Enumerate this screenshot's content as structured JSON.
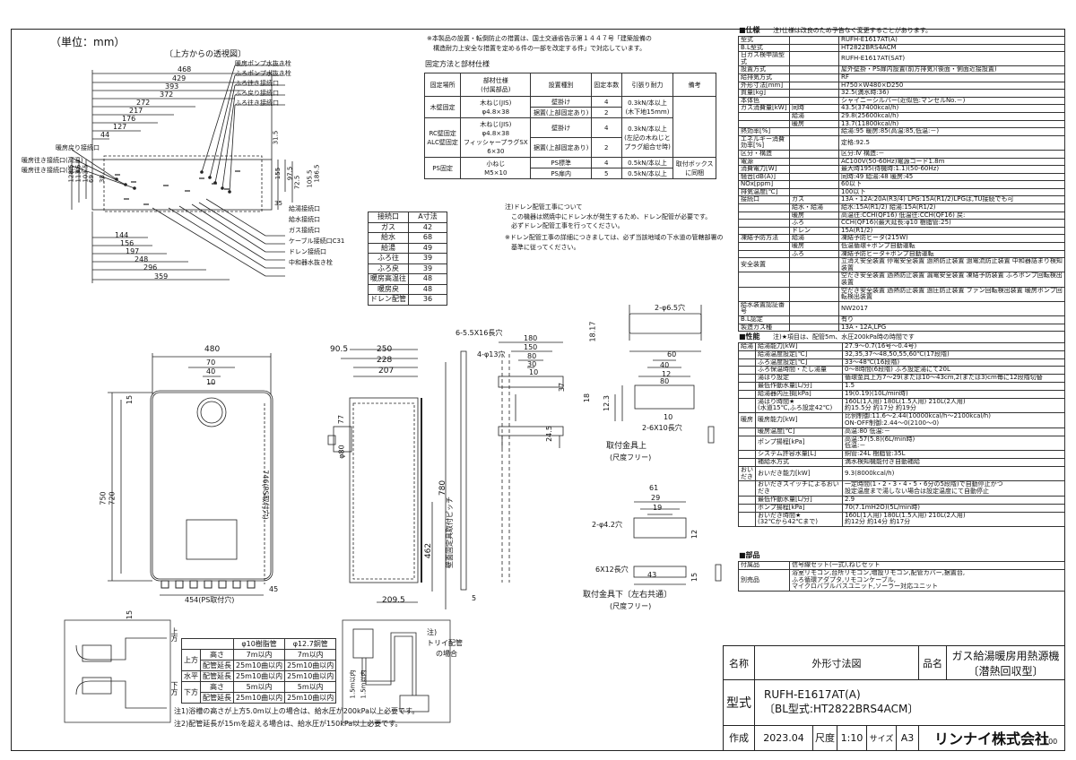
{
  "unit_label": "（単位：mm）",
  "top_view_title": "〔上方からの透視図〕",
  "top_dims": [
    "468",
    "429",
    "393",
    "372",
    "272",
    "217",
    "176",
    "127",
    "44"
  ],
  "top_right_labels": [
    "暖房ポンプ水抜き栓",
    "ふろポンプ水抜き栓",
    "ふろ往き接続口",
    "ふろ戻り接続口",
    "ふろ往き接続口"
  ],
  "top_left_labels": [
    "暖房戻り接続口",
    "暖房往き接続口(高温)",
    "暖房往き接続口(低温)"
  ],
  "top_vert_dims": [
    "128.5",
    "113.5",
    "103.5",
    "69",
    "38",
    "31.5",
    "155",
    "97.5",
    "72.5",
    "105.5",
    "186.5",
    "35"
  ],
  "bottom_dims": [
    "144",
    "156",
    "197",
    "248",
    "296",
    "359"
  ],
  "bottom_labels": [
    "給湯接続口",
    "給水接続口",
    "ガス接続口",
    "ケーブル接続口C31",
    "ドレン接続口",
    "中和器水抜き栓"
  ],
  "conn_table": {
    "header": [
      "接続口",
      "A寸法"
    ],
    "rows": [
      [
        "ガス",
        "42"
      ],
      [
        "給水",
        "68"
      ],
      [
        "給湯",
        "49"
      ],
      [
        "ふろ往",
        "39"
      ],
      [
        "ふろ戻",
        "39"
      ],
      [
        "暖房高温往",
        "48"
      ],
      [
        "暖房戻",
        "48"
      ],
      [
        "ドレン配管",
        "36"
      ]
    ]
  },
  "notice": [
    "※本製品の設置・転倒防止の措置は、国土交通省告示第１４４７号「建築設備の",
    "　構造耐力上安全な措置を定める件の一部を改定する件」で対応しています。"
  ],
  "fix_title": "固定方法と部材仕様",
  "fix_table": {
    "header": [
      "固定場所",
      "部材仕様\n(付属部品)",
      "設置種別",
      "固定本数",
      "引張り耐力",
      "備考"
    ],
    "rows": [
      [
        "木壁固定",
        "木ねじ(JIS)\nφ4.8×38",
        "壁掛け",
        "4",
        "0.3kN/本以上\n(木下地15mm)",
        ""
      ],
      [
        "",
        "",
        "据置(上部固定あり)",
        "2",
        "",
        ""
      ],
      [
        "RC壁固定\nALC壁固定",
        "木ねじ(JIS)\nφ4.8×38\nフィッシャープラグSX\n6×30",
        "壁掛け",
        "4",
        "0.3kN/本以上\n(左記の木ねじと\nプラグ組合せ時)",
        ""
      ],
      [
        "",
        "",
        "据置(上部固定あり)",
        "2",
        "",
        ""
      ],
      [
        "PS固定",
        "小ねじ\nM5×10",
        "PS標準",
        "4",
        "0.5kN/本以上",
        "取付ボックス\nに同梱"
      ],
      [
        "",
        "",
        "PS扉内",
        "5",
        "0.5kN/本以上",
        ""
      ]
    ]
  },
  "drain_note": [
    "注)ドレン配管工事について",
    "　この機器は燃焼中にドレン水が発生するため、ドレン配管が必要です。",
    "　必ずドレン配管工事を行ってください。",
    "",
    "※ドレン配管工事の詳細につきましては、必ず当該地域の下水道の管轄部署の",
    "　基準に従ってください。"
  ],
  "front_dims": {
    "width": "480",
    "d70": "70",
    "d40": "40",
    "d10": "10",
    "h750": "750",
    "h720": "720",
    "h15": "15",
    "h15b": "15",
    "ps": "746(PS取付穴)",
    "ps_bottom": "454(PS取付穴)",
    "d45": "45"
  },
  "side_dims": {
    "d905": "90.5",
    "d250": "250",
    "d228": "228",
    "d207": "207",
    "d77": "77",
    "phi80": "φ80",
    "d780": "780",
    "d462": "462",
    "d2095": "209.5",
    "wall": "壁面固定具取付ピッチ",
    "d5": "5"
  },
  "bracket_top": {
    "d1": "6-5.5X16長穴",
    "d2": "4-φ13穴",
    "w180": "180",
    "w150": "150",
    "w80": "80",
    "w30": "30",
    "w10": "10",
    "h37": "37",
    "h245": "24.5",
    "caption": "取付金具上",
    "note": "(尺度フリー)",
    "d2phi": "2-φ6.5穴",
    "w60": "60",
    "w80b": "80",
    "w40": "40",
    "w12": "12",
    "w10b": "10",
    "h18": "18",
    "h123": "12.3",
    "slot": "2-6X10長穴",
    "h1817": "18.17"
  },
  "bracket_bottom": {
    "w61": "61",
    "w29": "29",
    "w19": "19",
    "w12": "12",
    "d2phi": "2-φ4.2穴",
    "slot": "6X12長穴",
    "w43": "43",
    "h15": "15",
    "caption": "取付金具下〔左右共通〕",
    "note": "(尺度フリー)"
  },
  "pipe_table": {
    "header": [
      "",
      "",
      "φ10樹脂管",
      "φ12.7銅管"
    ],
    "rows": [
      [
        "上方",
        "高さ",
        "7m以内",
        "7m以内"
      ],
      [
        "",
        "配管延長",
        "25m10曲以内",
        "25m10曲以内"
      ],
      [
        "水平",
        "配管延長",
        "25m10曲以内",
        "25m10曲以内"
      ],
      [
        "下方",
        "高さ",
        "5m以内",
        "5m以内"
      ],
      [
        "",
        "配管延長",
        "25m10曲以内",
        "25m10曲以内"
      ]
    ]
  },
  "pipe_side": [
    "上方",
    "下方"
  ],
  "pipe_dims": [
    "1.5m以内",
    "1.5m以内"
  ],
  "trui": [
    "注)",
    "トリイ配管",
    "の場合"
  ],
  "pipe_notes": [
    "注1)浴槽の高さが上方5.0m以上の場合は、給水圧が200kPa以上必要です。",
    "注2)配管延長が15mを超える場合は、給水圧が150kPa以上必要です。"
  ],
  "spec_title": "■仕様",
  "spec_sub": "注)仕様は改良のため予告なく変更することがあります。",
  "spec": [
    [
      "型式",
      "",
      "RUFH-E1617AT(A)"
    ],
    [
      "B.L型式",
      "",
      "HT2822BRS4ACM"
    ],
    [
      "日ガス検申請型式",
      "",
      "RUFH-E1617AT(SAT)"
    ],
    [
      "設置方式",
      "",
      "屋外壁掛・PS扉内設置(前方排気)(後面・側面近接設置)"
    ],
    [
      "給排気方式",
      "",
      "RF"
    ],
    [
      "外形寸法[mm]",
      "",
      "H750×W480×D250"
    ],
    [
      "質量[kg]",
      "",
      "32.5(満水時:36)"
    ],
    [
      "本体色",
      "",
      "シャイニーシルバー(近似色:マンセルNo.－)"
    ],
    [
      "ガス消費量[kW]",
      "同時",
      "43.5(37400kcal/h)"
    ],
    [
      "",
      "給湯",
      "29.8(25600kcal/h)"
    ],
    [
      "",
      "暖房",
      "13.7(11800kcal/h)"
    ],
    [
      "熱効率[%]",
      "",
      "給湯:95 暖房:85(高温:85,低温:－)"
    ],
    [
      "エネルギー消費効率[%]",
      "",
      "定格:92.5"
    ],
    [
      "区分・構造",
      "",
      "区分:Ⅳ 構造:－"
    ],
    [
      "電源",
      "",
      "AC100V(50-60Hz)電源コード1.8m"
    ],
    [
      "消費電力[W]",
      "",
      "最大時195(待機時:1.1)(50-60Hz)"
    ],
    [
      "騒音[dB(A)]",
      "",
      "同時:49 給湯:48 暖房:45"
    ],
    [
      "NOx[ppm]",
      "",
      "60以下"
    ],
    [
      "排気温度[℃]",
      "",
      "100以下"
    ],
    [
      "接続口",
      "ガス",
      "13A・12A:20A(R3/4) LPG:15A(R1/2)LPGは,TU接続でも可"
    ],
    [
      "",
      "給水・給湯",
      "給水:15A(R1/2) 給湯:15A(R1/2)"
    ],
    [
      "",
      "暖房",
      "高温往:CCH(QF16) 低温往:CCH(QF16) 戻:"
    ],
    [
      "",
      "ふろ",
      "CCH(QF16)(最大延長:φ10 樹脂管:25)"
    ],
    [
      "",
      "ドレン",
      "15A(R1/2)"
    ],
    [
      "凍結予防方法",
      "給湯",
      "凍結予防ヒータ(215W)"
    ],
    [
      "",
      "暖房",
      "低温循環+ポンプ自動運転"
    ],
    [
      "",
      "ふろ",
      "凍結予防ヒータ+ポンプ自動運転"
    ],
    [
      "安全装置",
      "",
      "立消え安全装置 停電安全装置 過熱防止装置 過電流防止装置 中和器詰まり検知装置"
    ],
    [
      "",
      "",
      "空だき安全装置 過熱防止装置 漏電安全装置 凍結予防装置 ふろポンプ回転検出装置"
    ],
    [
      "",
      "",
      "空だき安全装置 過熱防止装置 過圧防止装置 ファン回転検出装置 暖房ポンプ回転検出装置"
    ],
    [
      "給水装置認証番号",
      "",
      "NW2017"
    ],
    [
      "B.L認定",
      "",
      "有り"
    ],
    [
      "製造ガス種",
      "",
      "13A・12A,LPG"
    ]
  ],
  "perf_title": "■性能",
  "perf_sub": "注)★項目は、配管5m、水圧200kPa時の時間です",
  "perf": [
    [
      "給湯",
      "給湯能力[kW]",
      "27.9～0.7(16号～0.4号)"
    ],
    [
      "",
      "給湯温度設定[℃]",
      "32,35,37～48,50,55,60℃(17段階)"
    ],
    [
      "",
      "ふろ温度設定[℃]",
      "33～48℃(16段階)"
    ],
    [
      "",
      "ふろ保温時間・たし湯量",
      "0～8時間(6段階) ふろ設定湯にて20L"
    ],
    [
      "",
      "湯はり設定",
      "循環金具上方7～29(または10～43cm,2(または3)cm毎に12段階切替"
    ],
    [
      "",
      "最低作動水量[L/分]",
      "1.5"
    ],
    [
      "",
      "給湯器内圧損[kPa]",
      "19(0.19)(10L/min時)"
    ],
    [
      "",
      "湯はり時間★\n(水道15℃,ふろ設定42℃)",
      "160L(1人用) 180L(1.5人用) 210L(2人用)\n約15.5分 約17分 約19分"
    ],
    [
      "暖房",
      "暖房能力[kW]",
      "比例制御:11.6～2.44(10000kcal/h～2100kcal/h)\nON-OFF制御:2.44～0(2100～0)"
    ],
    [
      "",
      "暖房温度[℃]",
      "高温:80 低温:－"
    ],
    [
      "",
      "ポンプ揚程[kPa]",
      "高温:57(5.8)(6L/min時)\n低温:－"
    ],
    [
      "",
      "システム許容水量[L]",
      "銅管:24L 樹脂管:35L"
    ],
    [
      "",
      "補給水方式",
      "満水検知機能付き自動補給"
    ],
    [
      "おいだき",
      "おいだき能力[kW]",
      "9.3(8000kcal/h)"
    ],
    [
      "",
      "おいだきスイッチによるおいだき",
      "一定時間(1・2・3・4・5・6分の5段階)で自動停止かつ\n設定温度まで湯しない場合は設定温度にて自動停止"
    ],
    [
      "",
      "最低作動水量[L/分]",
      "2.9"
    ],
    [
      "",
      "ポンプ揚程[kPa]",
      "70(7.1mH2O)(5L/min時)"
    ],
    [
      "",
      "おいだき時間★\n(32℃から42℃まで)",
      "160L(1人用) 180L(1.5人用) 210L(2人用)\n約12分 約14分 約17分"
    ]
  ],
  "parts_title": "■部品",
  "parts": [
    [
      "付属品",
      "信号線セット(一式),ねじセット"
    ],
    [
      "別売品",
      "浴室リモコン,台所リモコン,増設リモコン,配管カバー,据置台,\nふろ循環アダプタ,リモコンケーブル,\nマイクロバブルバスユニット,ソーラー対応ユニット"
    ]
  ],
  "title_block": {
    "name_label": "名称",
    "name": "外形寸法図",
    "item_label": "品名",
    "item": "ガス給湯暖房用熱源機\n〔潜熱回収型〕",
    "model_label": "型式",
    "model": "RUFH-E1617AT(A)\n〔BL型式:HT2822BRS4ACM〕",
    "made_label": "作成",
    "date": "2023.04",
    "scale_label": "尺度",
    "scale": "1:10",
    "size_label": "サイズ",
    "size": "A3",
    "company": "リンナイ株式会社"
  },
  "page_num": "100"
}
